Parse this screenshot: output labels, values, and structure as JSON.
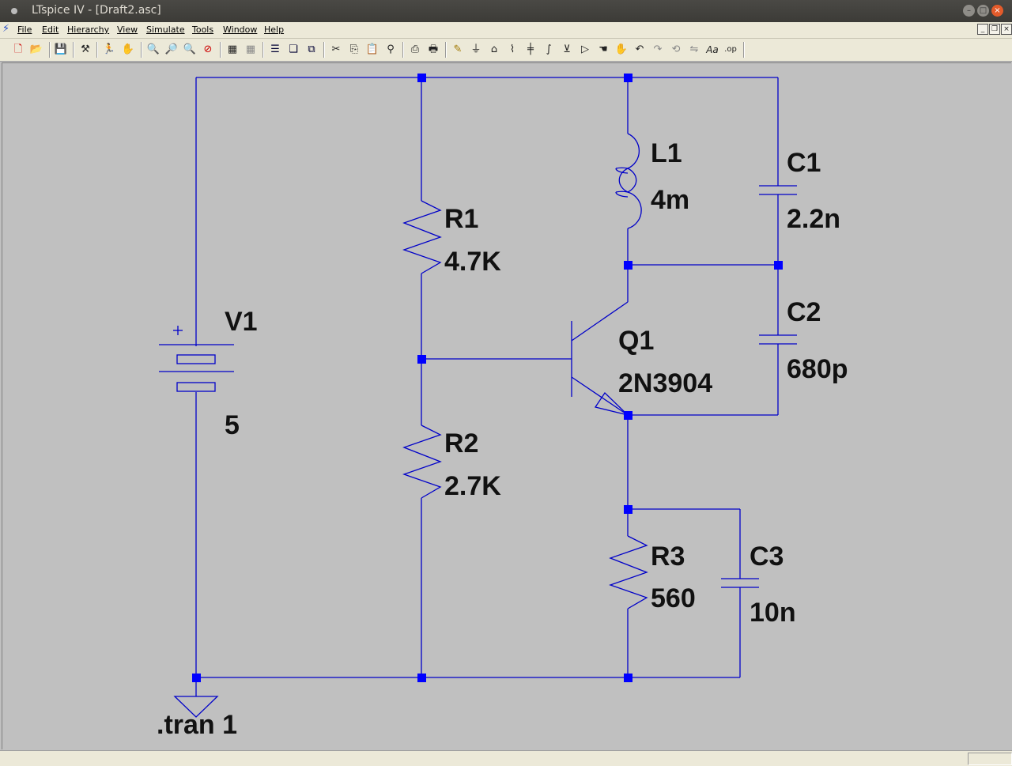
{
  "window": {
    "title": "LTspice IV - [Draft2.asc]"
  },
  "menu": [
    "File",
    "Edit",
    "Hierarchy",
    "View",
    "Simulate",
    "Tools",
    "Window",
    "Help"
  ],
  "toolbar_icons": [
    "new-schematic-icon",
    "open-icon",
    "save-icon",
    "control-panel-icon",
    "run-icon",
    "halt-icon",
    "zoom-in-icon",
    "zoom-to-fit-icon",
    "zoom-out-icon",
    "zoom-cancel-icon",
    "autorange-icon",
    "mark-unref-icon",
    "tile-horizontal-icon",
    "cascade-icon",
    "tile-vertical-icon",
    "cut-icon",
    "copy-icon",
    "paste-icon",
    "find-icon",
    "print-setup-icon",
    "print-icon",
    "wire-icon",
    "ground-icon",
    "label-net-icon",
    "resistor-icon",
    "capacitor-icon",
    "inductor-icon",
    "diode-icon",
    "component-icon",
    "move-icon",
    "drag-icon",
    "undo-icon",
    "redo-icon",
    "rotate-icon",
    "mirror-icon",
    "text-icon",
    "spice-directive-icon"
  ],
  "schematic": {
    "v1": {
      "name": "V1",
      "value": "5",
      "plus": "+"
    },
    "r1": {
      "name": "R1",
      "value": "4.7K"
    },
    "r2": {
      "name": "R2",
      "value": "2.7K"
    },
    "r3": {
      "name": "R3",
      "value": "560"
    },
    "l1": {
      "name": "L1",
      "value": "4m"
    },
    "c1": {
      "name": "C1",
      "value": "2.2n"
    },
    "c2": {
      "name": "C2",
      "value": "680p"
    },
    "c3": {
      "name": "C3",
      "value": "10n"
    },
    "q1": {
      "name": "Q1",
      "value": "2N3904"
    },
    "directive": ".tran 1"
  },
  "colors": {
    "wire": "#0000c8",
    "node": "#0000ff",
    "canvas": "#c0c0c0",
    "text": "#111111"
  }
}
